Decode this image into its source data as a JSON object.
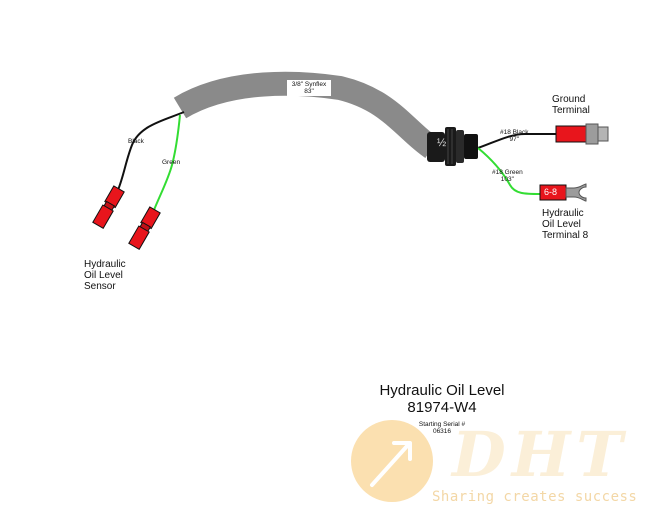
{
  "sheath": {
    "line1": "3/8\" Synflex",
    "line2": "83\""
  },
  "sensor_wires": {
    "black": "Black",
    "green": "Green"
  },
  "sensor_label": [
    "Hydraulic",
    "Oil Level",
    "Sensor"
  ],
  "ground_wire": {
    "line1": "#18 Black",
    "line2": "97\""
  },
  "ground_label": [
    "Ground",
    "Terminal"
  ],
  "green_wire": {
    "line1": "#18 Green",
    "line2": "103\""
  },
  "terminal_tag": "6-8",
  "terminal_label": [
    "Hydraulic",
    "Oil Level",
    "Terminal 8"
  ],
  "connector_size": "½",
  "title": {
    "line1": "Hydraulic Oil Level",
    "line2": "81974-W4"
  },
  "serial": {
    "line1": "Starting Serial #",
    "line2": "06316"
  },
  "watermark": {
    "logo": "DHT",
    "tagline": "Sharing creates success"
  },
  "colors": {
    "sheath": "#8a8a8a",
    "wire_black": "#111111",
    "wire_green": "#33dd33",
    "terminal_red": "#e8151c",
    "gray_part": "#9c9c9c",
    "watermark": "#f6c97a"
  }
}
